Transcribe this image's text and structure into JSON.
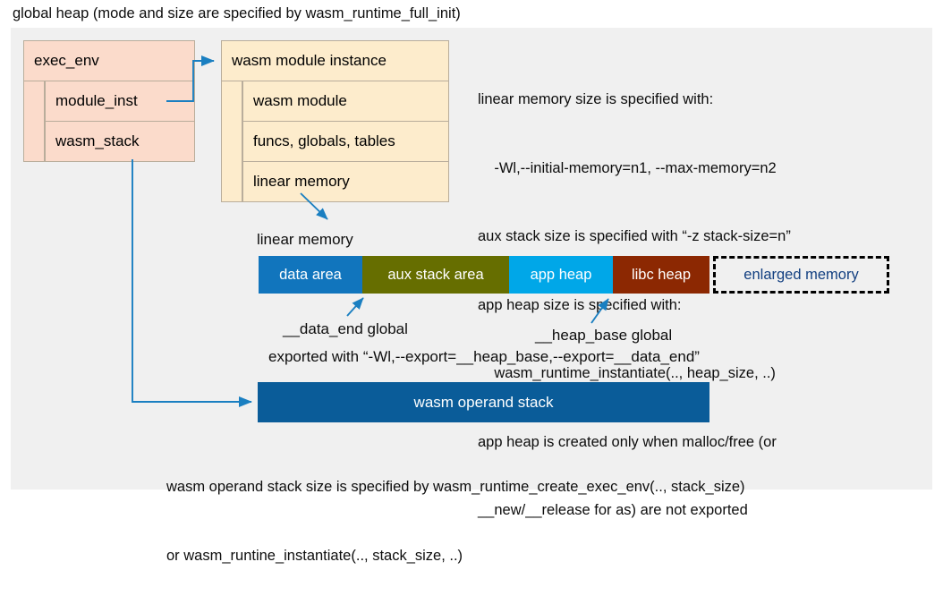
{
  "title": "global heap (mode and size are specified by wasm_runtime_full_init)",
  "colors": {
    "panel_bg": "#f0f0f0",
    "exec_env_fill": "#fbdbcb",
    "module_inst_fill": "#fdeccc",
    "box_border": "#b9ad9b",
    "connector": "#1a7fc1",
    "data_area": "#1175bd",
    "aux_stack_area": "#666e00",
    "app_heap": "#00a7e8",
    "libc_heap": "#8c2802",
    "enlarged_memory_text": "#123f80",
    "operand_stack": "#0a5c99"
  },
  "exec_env": {
    "header": "exec_env",
    "fields": [
      {
        "label": "module_inst"
      },
      {
        "label": "wasm_stack"
      }
    ]
  },
  "module_instance": {
    "header": "wasm module instance",
    "fields": [
      {
        "label": "wasm module"
      },
      {
        "label": "funcs, globals, tables"
      },
      {
        "label": "linear memory"
      }
    ]
  },
  "notes": {
    "lines": [
      "linear memory size is specified with:",
      "    -Wl,--initial-memory=n1, --max-memory=n2",
      "aux stack size is specified with “-z stack-size=n”",
      "app heap size is specified with:",
      "    wasm_runtime_instantiate(.., heap_size, ..)",
      "app heap is created only when malloc/free (or",
      "__new/__release for as) are not exported"
    ]
  },
  "linear_memory": {
    "label": "linear memory",
    "segments": [
      {
        "label": "data area"
      },
      {
        "label": "aux stack area"
      },
      {
        "label": "app heap"
      },
      {
        "label": "libc heap"
      },
      {
        "label": "enlarged memory"
      }
    ],
    "annotations": {
      "data_end": "__data_end global",
      "heap_base": "__heap_base global",
      "exported": "exported with “-Wl,--export=__heap_base,--export=__data_end”"
    }
  },
  "operand_stack": {
    "label": "wasm operand stack",
    "notes": [
      "wasm operand stack size is specified by wasm_runtime_create_exec_env(.., stack_size)",
      "or wasm_runtine_instantiate(.., stack_size, ..)"
    ]
  }
}
